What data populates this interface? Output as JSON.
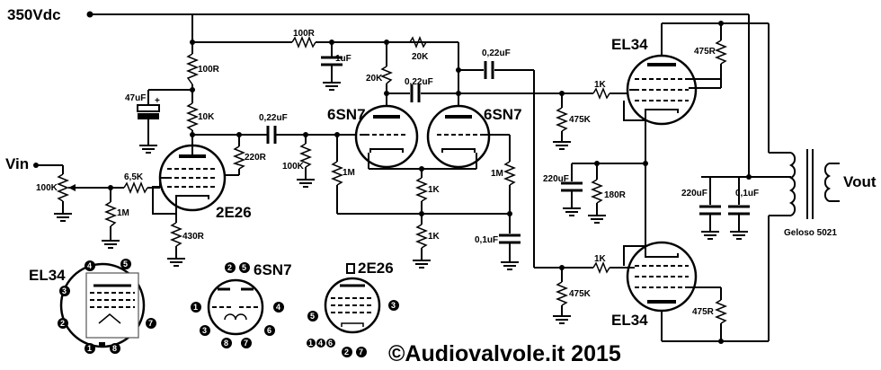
{
  "supply": "350Vdc",
  "input": "Vin",
  "output": "Vout",
  "transformer": "Geloso 5021",
  "copyright": "©Audiovalvole.it 2015",
  "tubes": {
    "v1": "2E26",
    "v2": "6SN7",
    "v3": "6SN7",
    "v4": "EL34",
    "v5": "EL34"
  },
  "components": {
    "r_100r_top": "100R",
    "r_10k": "10K",
    "c_47uf": "47uF",
    "r_220r": "220R",
    "r_430r": "430R",
    "r_6k5": "6,5K",
    "pot_100k": "100K",
    "r_1m_in": "1M",
    "c_022_a": "0,22uF",
    "r_100k_grid": "100K",
    "r_1m_a": "1M",
    "r_100r_mid": "100R",
    "c_1uf": "1uF",
    "r_20k_a": "20K",
    "r_20k_b": "20K",
    "c_022_b": "0,22uF",
    "r_1k_tail": "1K",
    "r_1k_tail2": "1K",
    "r_1m_b": "1M",
    "c_01_tail": "0,1uF",
    "c_022_c": "0,22uF",
    "r_1k_g1": "1K",
    "r_475k_a": "475K",
    "c_220uf_k": "220uF",
    "r_180r": "180R",
    "r_1k_g2": "1K",
    "r_475k_b": "475K",
    "r_475r_a": "475R",
    "r_475r_b": "475R",
    "c_220uf_b": "220uF",
    "c_01_b": "0,1uF"
  },
  "pinouts": {
    "el34": {
      "title": "EL34",
      "pins": [
        "1",
        "2",
        "3",
        "4",
        "5",
        "7",
        "8"
      ],
      "key": "■"
    },
    "sn7": {
      "title": "6SN7",
      "pins": [
        "1",
        "2",
        "3",
        "4",
        "5",
        "6",
        "7",
        "8"
      ]
    },
    "e26": {
      "title": "2E26",
      "pins": [
        "3",
        "5",
        "1",
        "4",
        "6",
        "2",
        "7"
      ]
    }
  }
}
